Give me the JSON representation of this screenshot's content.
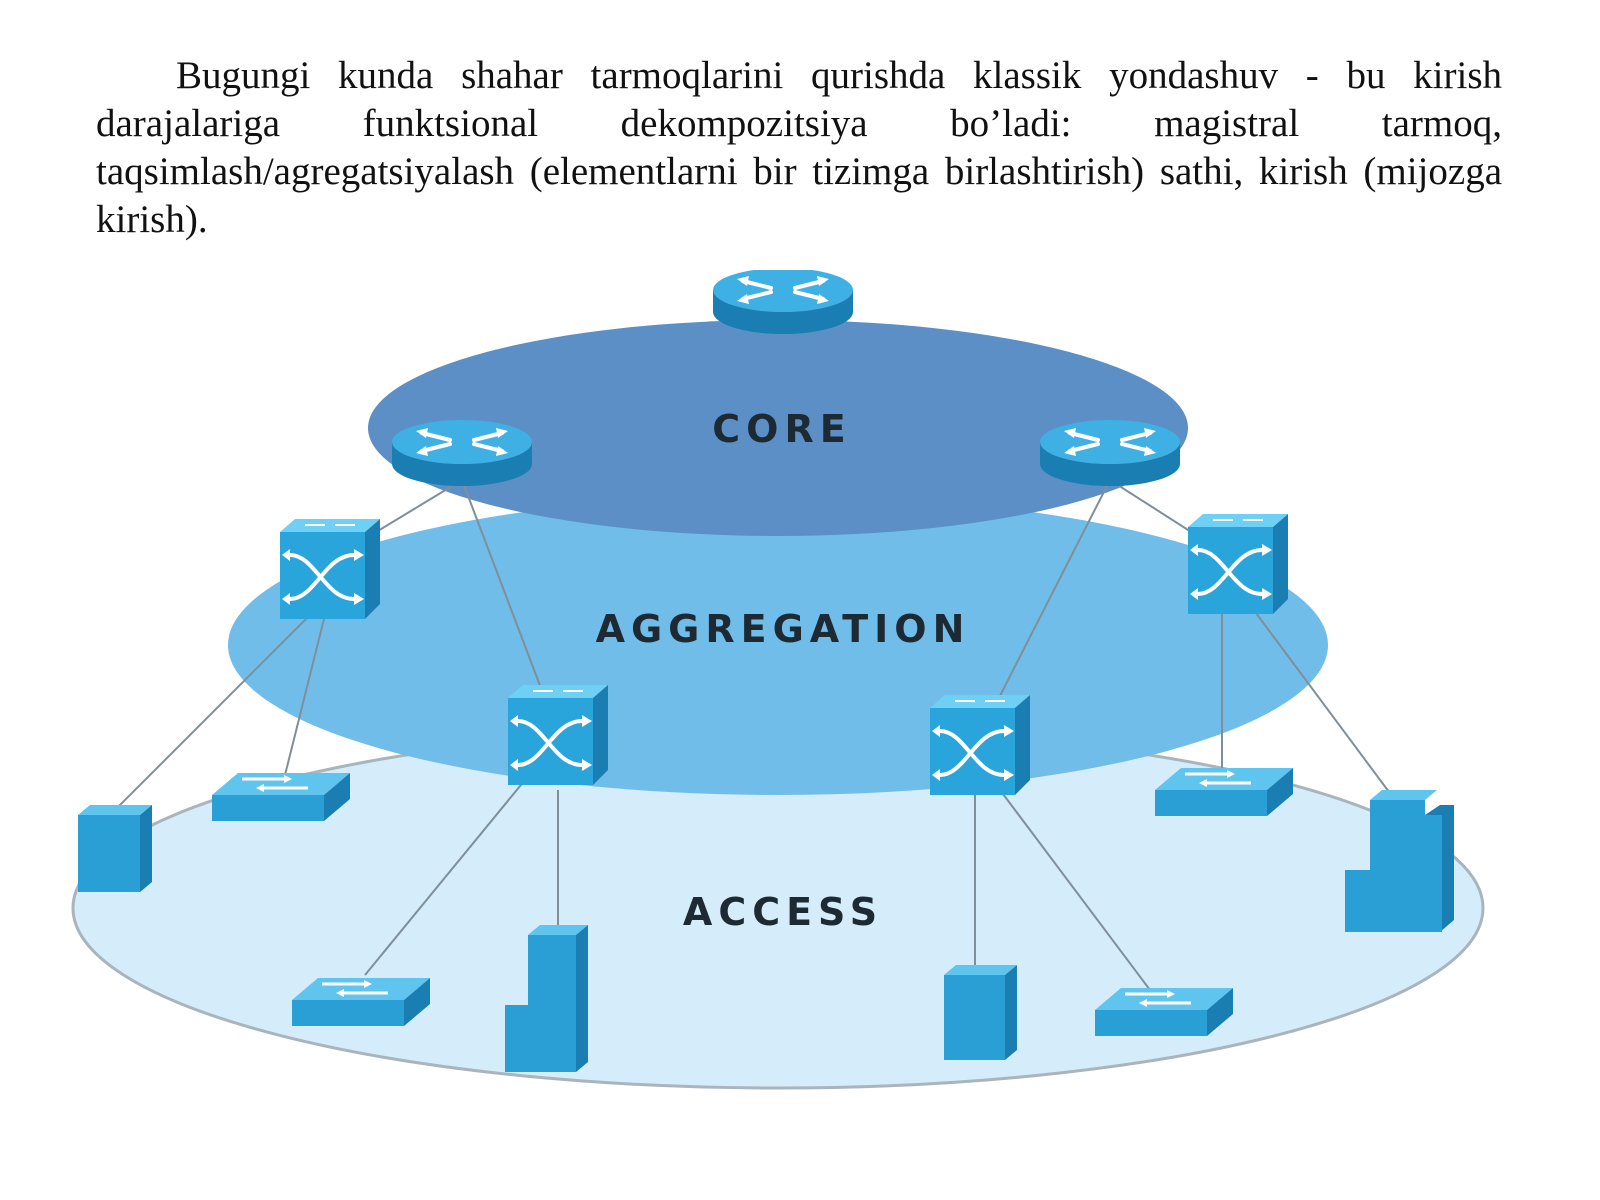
{
  "document": {
    "paragraph": "Bugungi kunda shahar tarmoqlarini qurishda klassik yondashuv - bu kirish darajalariga funktsional dekompozitsiya bo’ladi: magistral tarmoq, taqsimlash/agregatsiyalash (elementlarni bir tizimga birlashtirish) sathi, kirish (mijozga kirish)."
  },
  "diagram": {
    "layers": [
      {
        "id": "core",
        "label": "CORE",
        "color": "#5b8fc4"
      },
      {
        "id": "aggregation",
        "label": "AGGREGATION",
        "color": "#6fbbe9"
      },
      {
        "id": "access",
        "label": "ACCESS",
        "color": "#d3ecfa"
      }
    ],
    "device_color": "#2a9fd6",
    "device_top_color": "#5fc4ee",
    "device_side_color": "#1a7eb3",
    "core_routers": 3,
    "aggregation_switches": 4,
    "access_switches": 4,
    "access_servers": 4
  }
}
